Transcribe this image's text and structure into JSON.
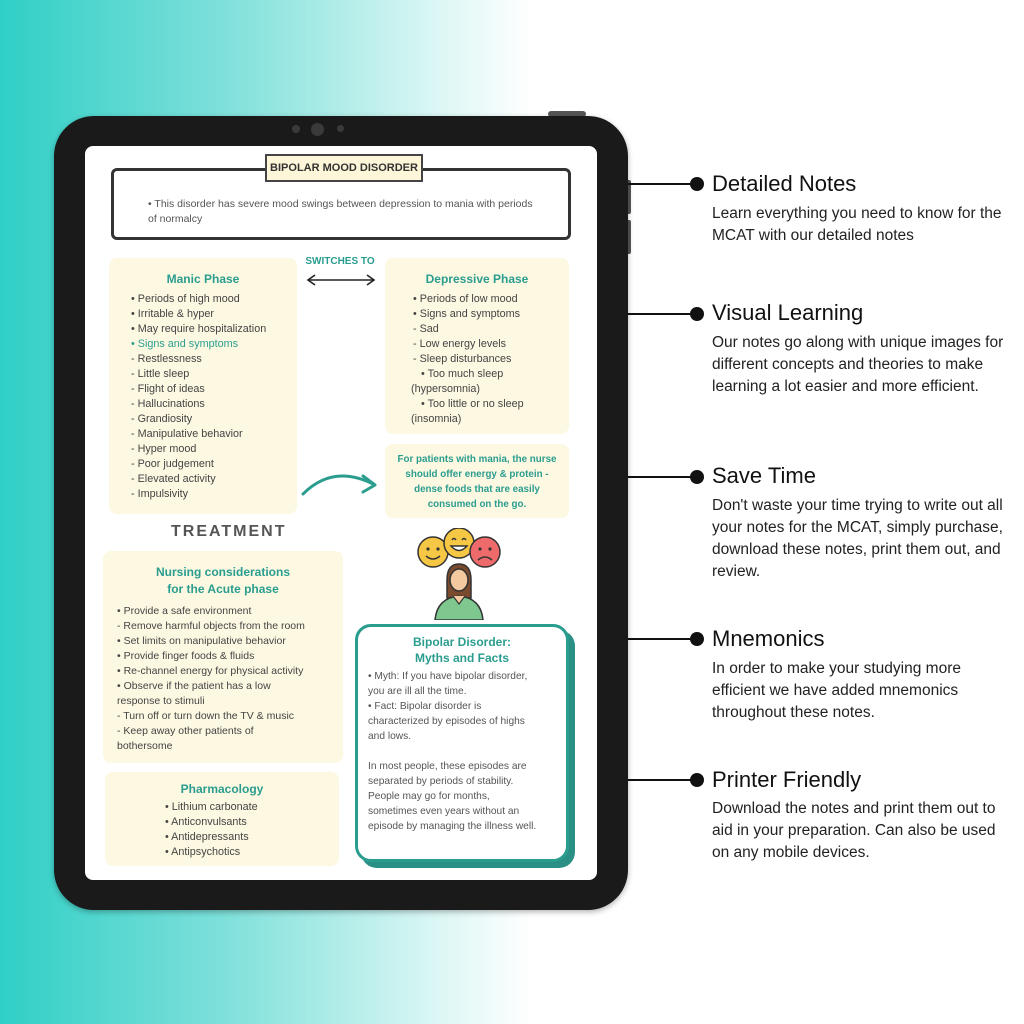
{
  "note": {
    "title": "BIPOLAR MOOD DISORDER",
    "intro": "• This disorder has severe mood swings between depression to mania with periods of normalcy",
    "switches_label": "SWITCHES TO",
    "manic": {
      "title": "Manic Phase",
      "items": [
        "• Periods of high mood",
        "• Irritable & hyper",
        "• May require hospitalization",
        "• Signs and symptoms",
        "- Restlessness",
        "- Little sleep",
        "- Flight of ideas",
        "- Hallucinations",
        "- Grandiosity",
        "- Manipulative behavior",
        "- Hyper mood",
        "- Poor judgement",
        "- Elevated activity",
        "- Impulsivity"
      ]
    },
    "depressive": {
      "title": "Depressive Phase",
      "items": [
        "• Periods of low mood",
        "• Signs and symptoms",
        "- Sad",
        "- Low energy levels",
        "- Sleep disturbances",
        "• Too much sleep",
        "(hypersomnia)",
        "• Too little or no sleep",
        "(insomnia)"
      ]
    },
    "nurse_tip": "For patients with mania, the nurse should offer energy & protein -dense foods that are easily consumed on the go.",
    "treatment_heading": "TREATMENT",
    "nursing": {
      "title_line1": "Nursing considerations",
      "title_line2": "for the Acute phase",
      "items": [
        "• Provide a safe environment",
        "- Remove harmful objects from the room",
        "• Set limits on manipulative behavior",
        "• Provide finger foods & fluids",
        "• Re-channel energy for physical activity",
        "• Observe if the patient has a low",
        "response to stimuli",
        "- Turn off or turn down the TV & music",
        "- Keep away other patients of",
        "bothersome"
      ]
    },
    "pharmacology": {
      "title": "Pharmacology",
      "items": [
        "• Lithium carbonate",
        "• Anticonvulsants",
        "• Antidepressants",
        "• Antipsychotics"
      ]
    },
    "myths": {
      "title_line1": "Bipolar Disorder:",
      "title_line2": "Myths and Facts",
      "lines": [
        "• Myth: If you have bipolar disorder,",
        "you are ill all the time.",
        "• Fact: Bipolar disorder is",
        "characterized by episodes of highs",
        "and lows.",
        "",
        "In most people, these episodes are",
        "separated by periods of stability.",
        "People may go for months,",
        "sometimes even years without an",
        "episode by managing the illness well."
      ]
    }
  },
  "features": [
    {
      "title": "Detailed Notes",
      "desc": "Learn everything you need to know for the MCAT with our detailed notes"
    },
    {
      "title": "Visual Learning",
      "desc": "Our notes go along with unique images for different concepts and theories to make learning a lot easier and more efficient."
    },
    {
      "title": "Save Time",
      "desc": "Don't waste your time trying to write out all your notes for the MCAT, simply purchase, download these notes, print them out, and review."
    },
    {
      "title": "Mnemonics",
      "desc": "In order to make your studying more efficient we have added mnemonics throughout these notes."
    },
    {
      "title": "Printer Friendly",
      "desc": "Download the notes and print them out to aid in your preparation. Can also be used on any mobile devices."
    }
  ],
  "colors": {
    "accent": "#2a9d8f",
    "panel": "#fdf8e2",
    "background_teal": "#2fcfc6"
  },
  "icons": {
    "emoji_faces": "mood-faces-illustration",
    "arrow": "curved-arrow-icon"
  }
}
